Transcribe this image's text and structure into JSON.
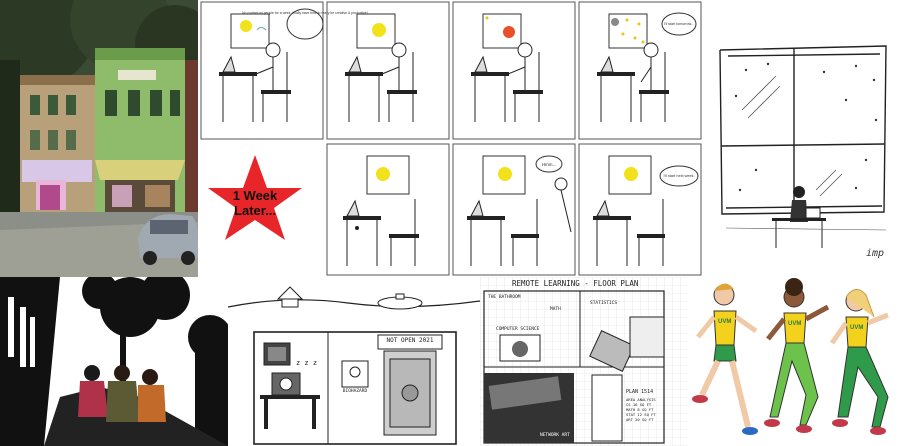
{
  "collage": {
    "painting": {
      "colors": {
        "sky": "#2f3d2a",
        "left_building": "#b9a072",
        "right_building": "#7fae5e",
        "awning": "#c8c86a",
        "car": "#9aa3ad",
        "street": "#8b8f88"
      }
    },
    "comic": {
      "panels_row1": [
        {
          "bubble": "No contact w/ people for a week, finally have time to really be creative & productive!"
        },
        {
          "bubble": ""
        },
        {
          "bubble": ""
        },
        {
          "bubble": "I'll start tomorrow..."
        }
      ],
      "star_text_line1": "1 Week",
      "star_text_line2": "Later...",
      "panels_row2": [
        {
          "bubble": ""
        },
        {
          "bubble": "Hmm..."
        },
        {
          "bubble": "I'll start next week."
        }
      ],
      "colors": {
        "star": "#e8262a",
        "sun": "#f2e21c",
        "red_sun": "#e8502a",
        "night": "#ffffff"
      }
    },
    "window_sketch": {
      "signature": "imp"
    },
    "silhouette_street": {
      "colors": {
        "ink": "#111111",
        "paper": "#ffffff"
      }
    },
    "bunker": {
      "sign": "NOT OPEN 2021",
      "hazard": "BIOHAZARD",
      "zzz": "z z z"
    },
    "floor_plan": {
      "title": "REMOTE LEARNING - FLOOR PLAN",
      "labels": [
        "THE BATHROOM",
        "COMPUTER SCIENCE",
        "MATH",
        "STATISTICS",
        "PLAN 1514",
        "NETWORK ART"
      ],
      "plan_lines": [
        "AREA ANALYSIS",
        "CS  16 SQ FT",
        "MATH  8 SQ FT",
        "STAT  12 SQ FT",
        "ART  20 SQ FT"
      ]
    },
    "runners": {
      "shirt_labels": [
        "UVM",
        "UVM",
        "UVM"
      ],
      "colors": {
        "shirt": "#f3d21e",
        "shorts": "#2f9a4a",
        "leggings": "#6cc24a",
        "skin1": "#f0c9a6",
        "skin2": "#8a5a3a",
        "hair1": "#e0a33a",
        "hair2": "#3a2414"
      }
    }
  }
}
